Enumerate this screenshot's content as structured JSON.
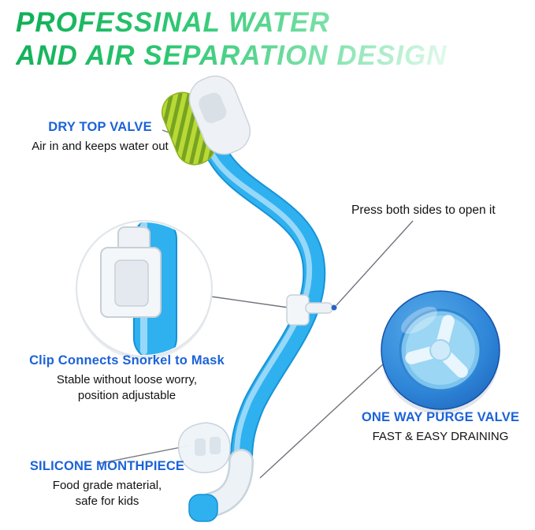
{
  "title": {
    "line1": "PROFESSINAL WATER",
    "line2": "AND AIR SEPARATION DESIGN"
  },
  "labels": {
    "dry_top_valve": {
      "heading": "DRY TOP VALVE",
      "body": "Air in and keeps water out"
    },
    "press_sides": "Press both sides to open it",
    "clip": {
      "heading": "Clip Connects Snorkel to Mask",
      "line1": "Stable without loose worry,",
      "line2": "position adjustable"
    },
    "purge_valve": {
      "heading": "ONE WAY PURGE VALVE",
      "body": "FAST & EASY DRAINING"
    },
    "mouthpiece": {
      "heading": "SILICONE MONTHPIECE",
      "line1": "Food grade material,",
      "line2": "safe for kids"
    }
  },
  "colors": {
    "title_gradient_start": "#0fae55",
    "title_gradient_end": "#e6fbf0",
    "heading_blue": "#1b63d8",
    "tube_blue": "#2fb1f0",
    "valve_green": "#b9d934",
    "purge_valve_blue": "#1b5fc0"
  }
}
